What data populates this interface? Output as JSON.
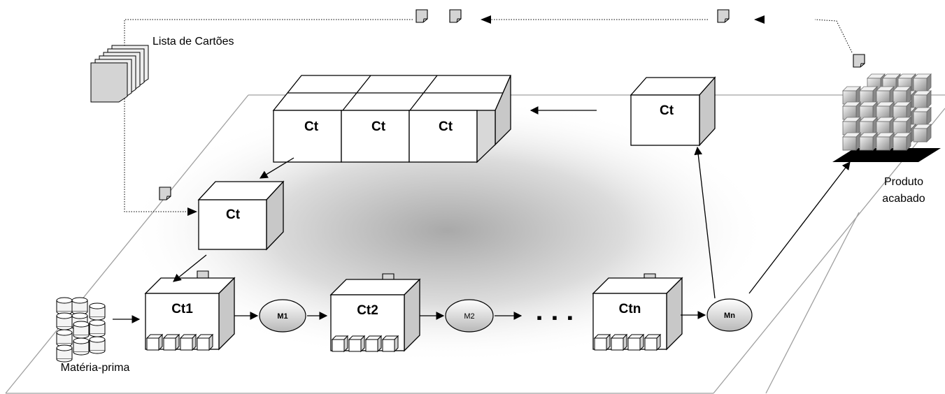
{
  "labels": {
    "card_list": "Lista de Cartões",
    "raw_material": "Matéria-prima",
    "finished_product_line1": "Produto",
    "finished_product_line2": "acabado",
    "ellipsis": "▪ ▪ ▪"
  },
  "containers": {
    "queue": [
      "Ct",
      "Ct",
      "Ct"
    ],
    "returned": "Ct",
    "dispatch": "Ct",
    "stations": [
      "Ct1",
      "Ct2",
      "Ctn"
    ]
  },
  "machines": [
    "M1",
    "M2",
    "Mn"
  ],
  "colors": {
    "line": "#000000",
    "box_front": "#ffffff",
    "box_side": "#c8c8c8",
    "floor_shadow": "#b4b4b4",
    "card": "#d4d4d4"
  }
}
